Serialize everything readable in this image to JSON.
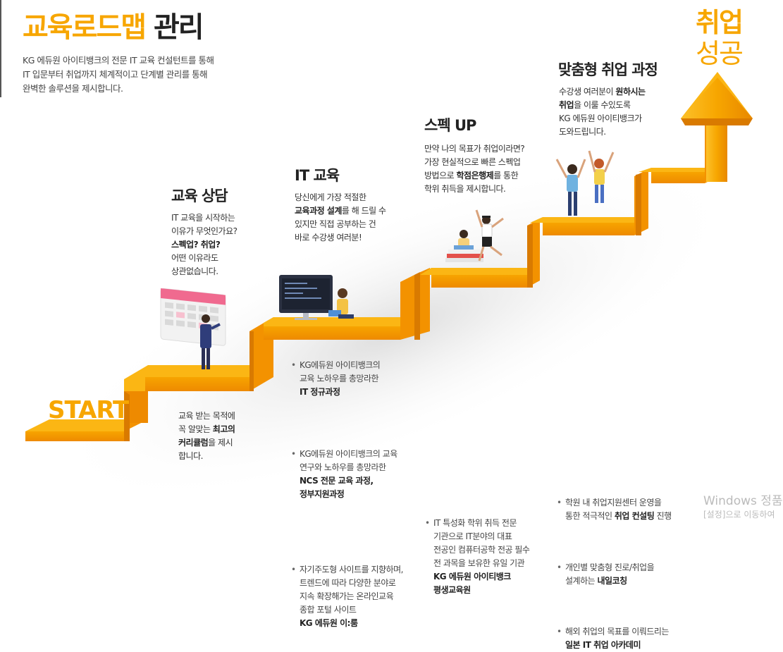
{
  "header": {
    "title_accent": "교육로드맵",
    "title_rest": "관리",
    "intro_lines": [
      "KG 에듀원 아이티뱅크의 전문 IT 교육 컨설턴트를 통해",
      "IT 입문부터 취업까지 체계적이고 단계별 관리를 통해",
      "완벽한 솔루션을 제시합니다."
    ]
  },
  "goal": {
    "line1": "취업",
    "line2": "성공"
  },
  "start_label": "START",
  "stages": {
    "counsel": {
      "title": "교육 상담",
      "desc": [
        "IT 교육을 시작하는",
        "이유가 무엇인가요?",
        "스펙업? 취업?",
        "어떤 이유라도",
        "상관없습니다."
      ],
      "bottom": [
        "교육 받는 목적에",
        "꼭 알맞는 ",
        "최고의",
        "커리큘럼",
        "을 제시",
        "합니다."
      ]
    },
    "it_edu": {
      "title": "IT 교육",
      "desc": [
        "당신에게 가장 적절한",
        "교육과정 설계",
        "를 해 드릴 수",
        "있지만 직접 공부하는 건",
        "바로 수강생 여러분!"
      ],
      "bullets": [
        [
          "KG에듀원 아이티뱅크의",
          "교육 노하우를 총망라한",
          "IT 정규과정"
        ],
        [
          "KG에듀원 아이티뱅크의 교육",
          "연구와 노하우를 총망라한",
          "NCS 전문 교육 과정,",
          "정부지원과정"
        ],
        [
          "자기주도형 사이트를 지향하며,",
          "트렌드에 따라 다양한 분야로",
          "지속 확장해가는 온라인교육",
          "종합 포털 사이트",
          "KG 에듀원 이:룸"
        ]
      ]
    },
    "spec_up": {
      "title": "스펙 UP",
      "desc": [
        "만약 나의 목표가 취업이라면?",
        "가장 현실적으로 빠른 스펙업",
        "방법으로 ",
        "학점은행제",
        "를 통한",
        "학위 취득을 제시합니다."
      ],
      "bullet": [
        "IT 특성화 학위 취득 전문",
        "기관으로 IT분야의 대표",
        "전공인 컴퓨터공학 전공 필수",
        "전 과목을 보유한 유일 기관",
        "KG 에듀원 아이티뱅크",
        "평생교육원"
      ]
    },
    "job": {
      "title": "맞춤형 취업 과정",
      "desc": [
        "수강생 여러분이 ",
        "원하시는",
        "취업",
        "을 이룰 수있도록",
        "KG 에듀원 아이티뱅크가",
        "도와드립니다."
      ],
      "bullets": [
        [
          "학원 내 취업지원센터 운영을",
          "통한 적극적인 ",
          "취업 컨설팅",
          " 진행"
        ],
        [
          "개인별 맞춤형 진로/취업을",
          "설계하는 ",
          "내일코칭"
        ],
        [
          "해외 취업의 목표를 이뤄드리는",
          "일본 IT 취업 아카데미"
        ]
      ]
    }
  },
  "watermark": {
    "line1": "Windows 정품",
    "line2": "[설정]으로 이동하여"
  },
  "colors": {
    "accent": "#f7a600",
    "stair_top": "#fbb614",
    "stair_front": "#f39200",
    "stair_dark": "#d97a00"
  }
}
